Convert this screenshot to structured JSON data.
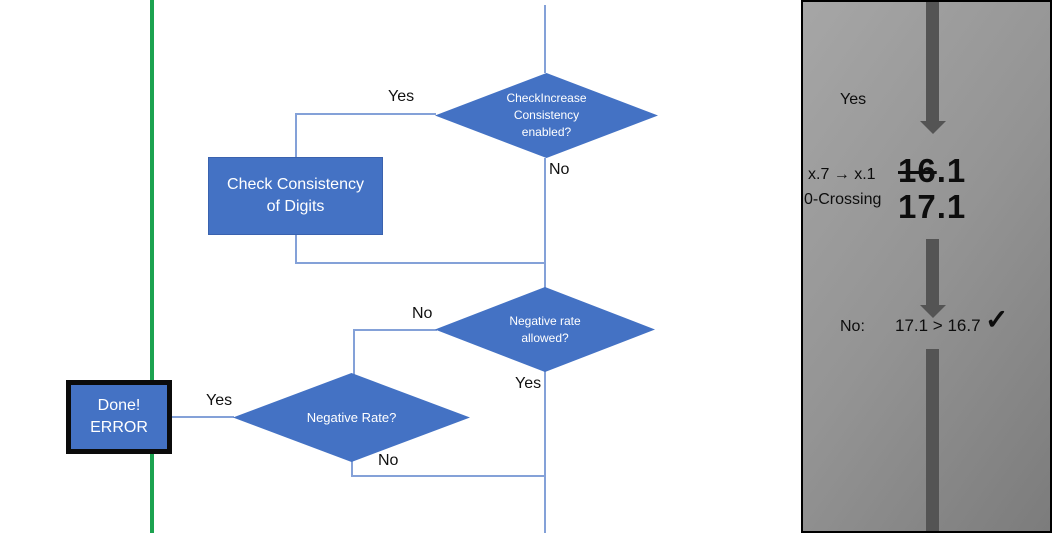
{
  "colors": {
    "shape_fill": "#4472C4",
    "connector": "#84A1D8",
    "guide_green": "#1CA350",
    "panel_arrow": "#545454"
  },
  "flowchart": {
    "decision_consistency": {
      "lines": [
        "CheckIncrease",
        "Consistency",
        "enabled?"
      ]
    },
    "process_check_digits": {
      "lines": [
        "Check Consistency",
        "of Digits"
      ]
    },
    "decision_negative_allowed": {
      "lines": [
        "Negative rate",
        "allowed?"
      ]
    },
    "decision_negative_rate": {
      "label": "Negative Rate?"
    },
    "terminator_done": {
      "lines": [
        "Done!",
        "ERROR"
      ]
    },
    "connector_labels": {
      "yes_top": "Yes",
      "no_top": "No",
      "no_mid": "No",
      "yes_mid": "Yes",
      "yes_done": "Yes",
      "no_bottom": "No"
    }
  },
  "side_panel": {
    "yes_label": "Yes",
    "rule_line1": "x.7 → x.1",
    "rule_line2": "0-Crossing",
    "old_value_struck": "16",
    "old_value_rest": ".1",
    "new_value": "17.1",
    "result_prefix": "No:",
    "comparison": "17.1 > 16.7",
    "check_icon": "✓"
  }
}
